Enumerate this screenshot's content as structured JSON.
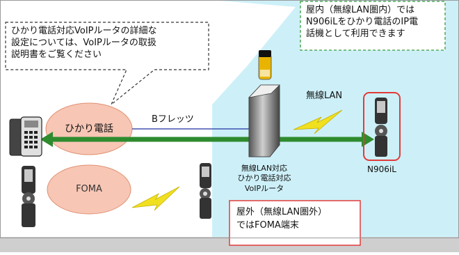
{
  "notes": {
    "voip_callout": "ひかり電話対応VoIPルータの詳細な\n設定については、VoIPルータの取扱\n説明書をご覧ください",
    "indoor_box": "屋内（無線LAN圏内）では\nN906iLをひかり電話のIP電\n話機として利用できます",
    "outdoor_box": "屋外（無線LAN圏外）\nではFOMA端末"
  },
  "labels": {
    "hikari_denwa": "ひかり電話",
    "foma": "FOMA",
    "b_flets": "Bフレッツ",
    "wireless_lan": "無線LAN",
    "router_caption": "無線LAN対応\nひかり電話対応\nVoIPルータ",
    "device_name": "N906iL"
  },
  "colors": {
    "indoor_area": "#cdf0f8",
    "ellipse_fill": "#f7c6b5",
    "connection_line": "#2e8b2e",
    "flets_line": "#1f2fa0",
    "highlight_red": "#e23a3a",
    "dashed_green": "#3a9a3a",
    "lightning": "#f0e020"
  }
}
